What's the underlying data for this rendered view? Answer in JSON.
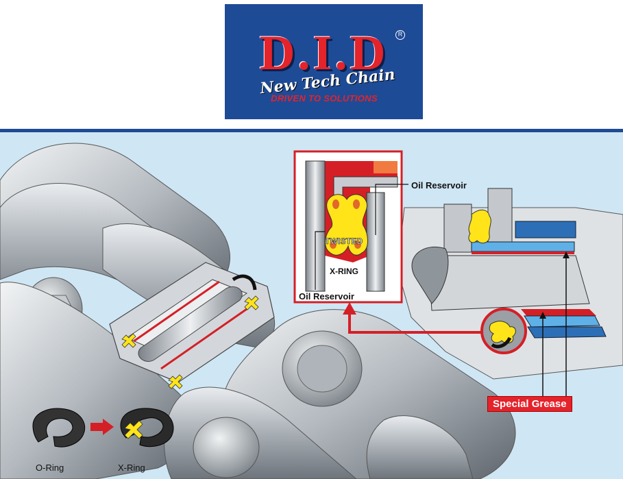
{
  "logo": {
    "brand": "D.I.D",
    "script": "New Tech Chain",
    "tagline": "DRIVEN TO SOLUTIONS",
    "registered": "R"
  },
  "labels": {
    "oil_reservoir_top": "Oil Reservoir",
    "oil_reservoir_bottom": "Oil Reservoir",
    "twisted": "TWISTED",
    "x_ring_inset": "X-RING",
    "special_grease": "Special Grease",
    "o_ring": "O-Ring",
    "x_ring": "X-Ring"
  },
  "colors": {
    "brand_blue": "#1e4b96",
    "brand_red": "#e4232b",
    "background": "#cfe6f4",
    "seal_yellow": "#ffe419",
    "steel": "#b9bec4"
  },
  "icons": {
    "arrow_oring_to_xring": "right-arrow-icon",
    "callout_arrow": "elbow-arrow-icon"
  }
}
